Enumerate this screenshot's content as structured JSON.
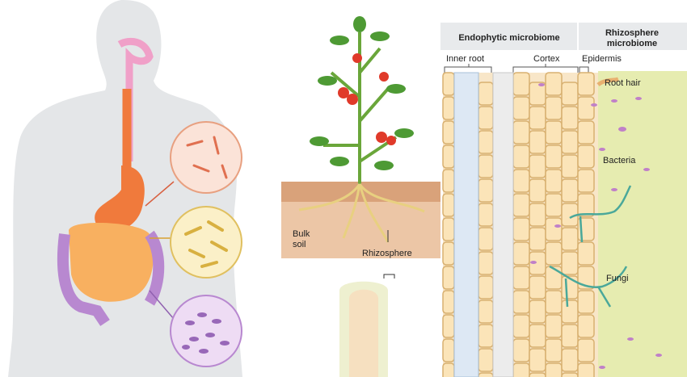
{
  "labels": {
    "endophytic": "Endophytic microbiome",
    "rhizo_line1": "Rhizosphere",
    "rhizo_line2": "microbiome",
    "inner_root": "Inner root",
    "cortex": "Cortex",
    "epidermis": "Epidermis",
    "root_hair": "Root hair",
    "bacteria": "Bacteria",
    "fungi": "Fungi",
    "bulk_soil_1": "Bulk",
    "bulk_soil_2": "soil",
    "rhizosphere": "Rhizosphere"
  },
  "colors": {
    "body": "#e4e6e8",
    "gut_pink": "#f0a0c8",
    "stomach": "#f07a3c",
    "intestine_orange": "#f8b060",
    "intestine_purple": "#b888d0",
    "soil": "#d9a27a",
    "cell_tan": "#f8dcb0",
    "rhizosphere_zone": "#e6ecb0",
    "fungi": "#4aa89a"
  }
}
